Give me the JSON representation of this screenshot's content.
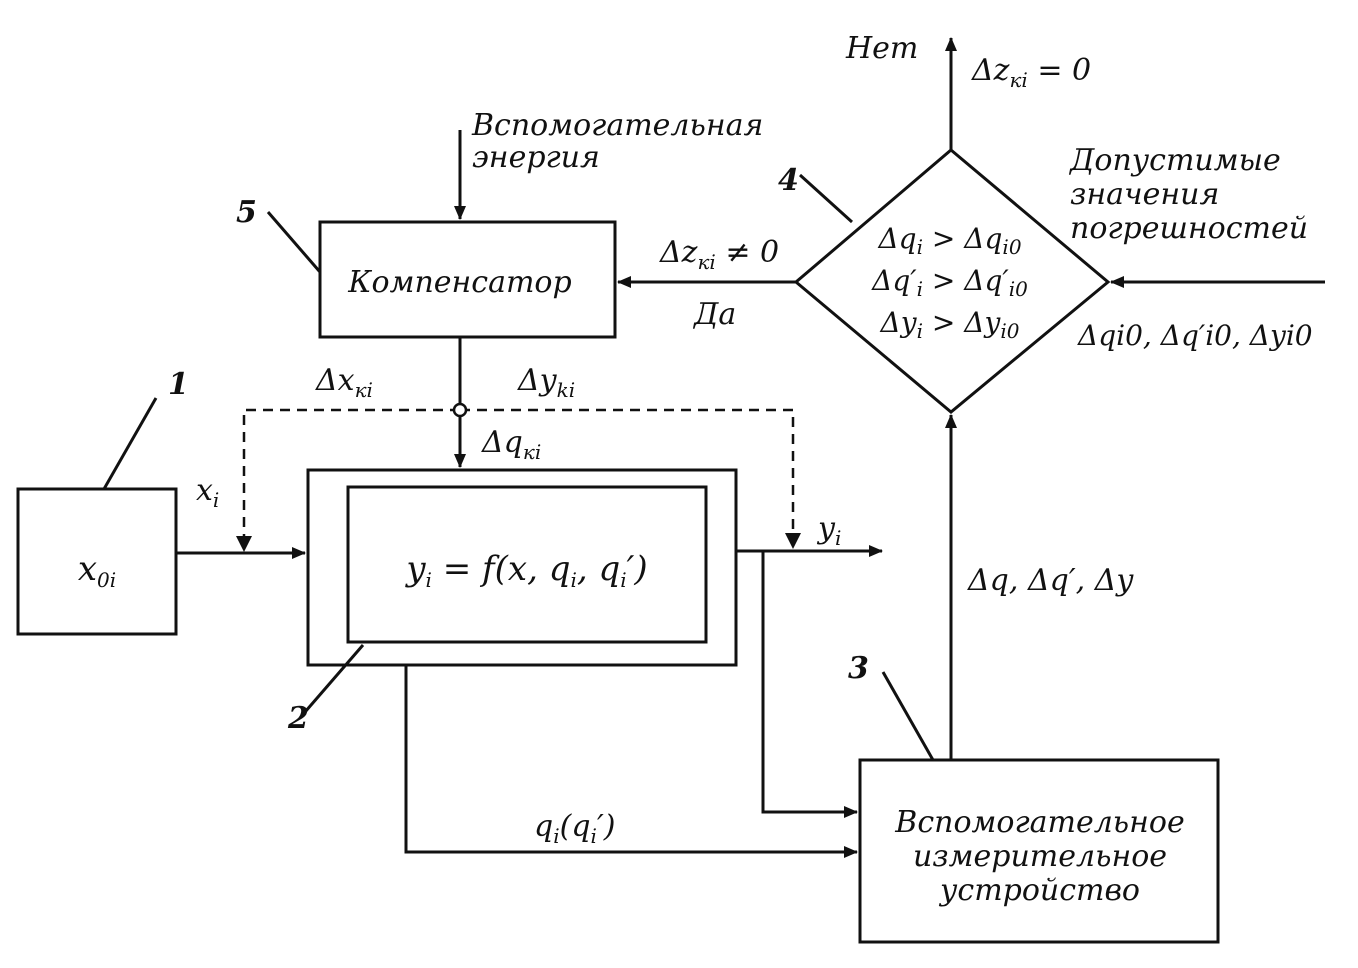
{
  "labels": {
    "no": "Нет",
    "yes": "Да",
    "dz_zero": "Δz",
    "dz_zero_sub": "кi",
    "dz_zero_rhs": " = 0",
    "dz_nonzero": "Δz",
    "dz_nonzero_sub": "кi",
    "dz_nonzero_rhs": " ≠ 0",
    "aux_energy_line1": "Вспомогательная",
    "aux_energy_line2": "энергия",
    "allowed_line1": "Допустимые",
    "allowed_line2": "значения",
    "allowed_line3": "погрешностей",
    "allowed_values": "Δq",
    "allowed_values_rest": "i0, Δq′i0, Δyi0",
    "dx_k": "Δx",
    "dx_k_sub": "кi",
    "dy_k": "Δy",
    "dy_k_sub": "ki",
    "dq_k": "Δq",
    "dq_k_sub": "кi",
    "x_i": "x",
    "x_i_sub": "i",
    "y_i": "y",
    "y_i_sub": "i",
    "q_feedback": "q",
    "q_feedback_rest": "(q",
    "q_feedback_end": "′)",
    "measured": "Δq",
    "measured_rest": ", Δq′, Δy"
  },
  "blocks": {
    "source": {
      "label": "x",
      "sub": "0i",
      "number": "1"
    },
    "object": {
      "formula": "y",
      "formula_rest": " = f(x, q",
      "formula_end": ", q",
      "formula_tail": "′)",
      "number": "2"
    },
    "measuring": {
      "line1": "Вспомогательное",
      "line2": "измерительное",
      "line3": "устройство",
      "number": "3"
    },
    "decision": {
      "cond1": "Δq",
      "cond1_rest": " > Δq",
      "cond2": "Δq′",
      "cond2_rest": " > Δq′",
      "cond3": "Δy",
      "cond3_rest": " > Δy",
      "sub_i": "i",
      "sub_i0": "i0",
      "number": "4"
    },
    "compensator": {
      "label": "Компенсатор",
      "number": "5"
    }
  }
}
